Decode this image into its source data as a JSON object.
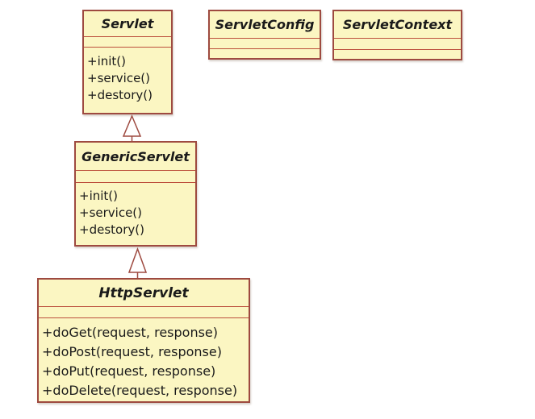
{
  "diagram": {
    "classes": [
      {
        "name": "Servlet",
        "methods": [
          "+init()",
          "+service()",
          "+destory()"
        ]
      },
      {
        "name": "ServletConfig",
        "methods": []
      },
      {
        "name": "ServletContext",
        "methods": []
      },
      {
        "name": "GenericServlet",
        "methods": [
          "+init()",
          "+service()",
          "+destory()"
        ]
      },
      {
        "name": "HttpServlet",
        "methods": [
          "+doGet(request, response)",
          "+doPost(request, response)",
          "+doPut(request, response)",
          "+doDelete(request, response)"
        ]
      }
    ],
    "relations": [
      {
        "type": "generalization",
        "from": "GenericServlet",
        "to": "Servlet"
      },
      {
        "type": "generalization",
        "from": "HttpServlet",
        "to": "GenericServlet"
      }
    ],
    "colors": {
      "box_fill": "#FBF6C2",
      "box_border": "#9E4A40",
      "separator": "#BC4F3C",
      "text": "#1A1A1A",
      "background": "#FFFFFF"
    }
  }
}
